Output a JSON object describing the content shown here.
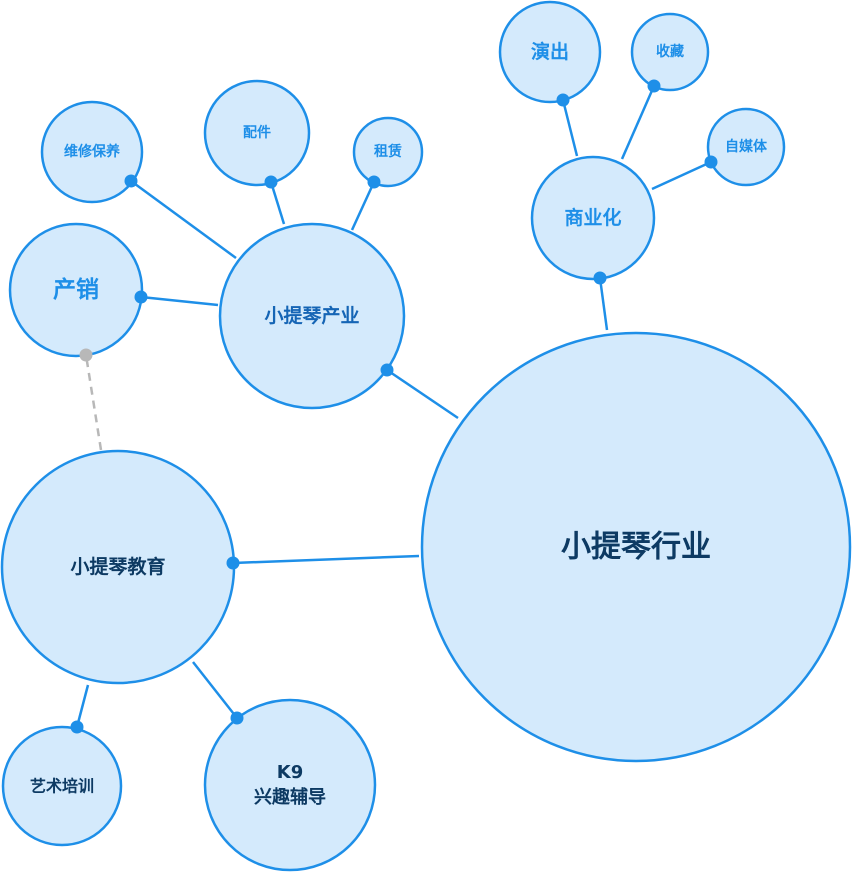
{
  "diagram": {
    "nodes": [
      {
        "id": "industry",
        "label": "小提琴行业"
      },
      {
        "id": "industry_sector",
        "label": "小提琴产业"
      },
      {
        "id": "education",
        "label": "小提琴教育"
      },
      {
        "id": "commercial",
        "label": "商业化"
      },
      {
        "id": "sales",
        "label": "产销"
      },
      {
        "id": "maintenance",
        "label": "维修保养"
      },
      {
        "id": "accessories",
        "label": "配件"
      },
      {
        "id": "rental",
        "label": "租赁"
      },
      {
        "id": "performance",
        "label": "演出"
      },
      {
        "id": "collection",
        "label": "收藏"
      },
      {
        "id": "self_media",
        "label": "自媒体"
      },
      {
        "id": "art_training",
        "label": "艺术培训"
      },
      {
        "id": "k9_tutoring",
        "label": "K9\n兴趣辅导"
      }
    ],
    "links": [
      {
        "from": "industry",
        "to": "industry_sector",
        "style": "solid"
      },
      {
        "from": "industry",
        "to": "education",
        "style": "solid"
      },
      {
        "from": "industry",
        "to": "commercial",
        "style": "solid"
      },
      {
        "from": "industry_sector",
        "to": "sales",
        "style": "solid"
      },
      {
        "from": "industry_sector",
        "to": "maintenance",
        "style": "solid"
      },
      {
        "from": "industry_sector",
        "to": "accessories",
        "style": "solid"
      },
      {
        "from": "industry_sector",
        "to": "rental",
        "style": "solid"
      },
      {
        "from": "commercial",
        "to": "performance",
        "style": "solid"
      },
      {
        "from": "commercial",
        "to": "collection",
        "style": "solid"
      },
      {
        "from": "commercial",
        "to": "self_media",
        "style": "solid"
      },
      {
        "from": "education",
        "to": "art_training",
        "style": "solid"
      },
      {
        "from": "education",
        "to": "k9_tutoring",
        "style": "solid"
      },
      {
        "from": "education",
        "to": "sales",
        "style": "dashed"
      }
    ],
    "colors": {
      "node_fill": "#d4eafc",
      "node_stroke": "#1e8fe8",
      "dashed_link": "#b8b8b8",
      "label_dark": "#0d3a63",
      "label_mid": "#1565b5",
      "label_light": "#1e8fe8"
    }
  }
}
